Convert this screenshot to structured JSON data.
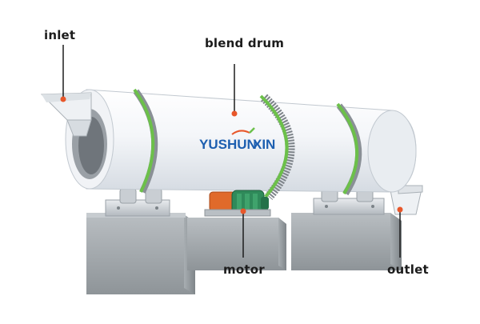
{
  "labels": {
    "inlet": "inlet",
    "blend_drum": "blend drum",
    "motor": "motor",
    "outlet": "outlet"
  },
  "brand": {
    "name_part1": "YUSHUN",
    "name_part2": "XIN"
  },
  "colors": {
    "marker": "#e8572a",
    "leader_line": "#1c1c1c",
    "drum_body": "#f3f5f8",
    "tire_ring": "#6cc04a",
    "concrete": "#9da3a8",
    "motor_orange": "#e06a2a",
    "motor_green": "#2f8a5a",
    "brand_blue": "#1d5fb0",
    "brand_accent": "#e8572a"
  }
}
